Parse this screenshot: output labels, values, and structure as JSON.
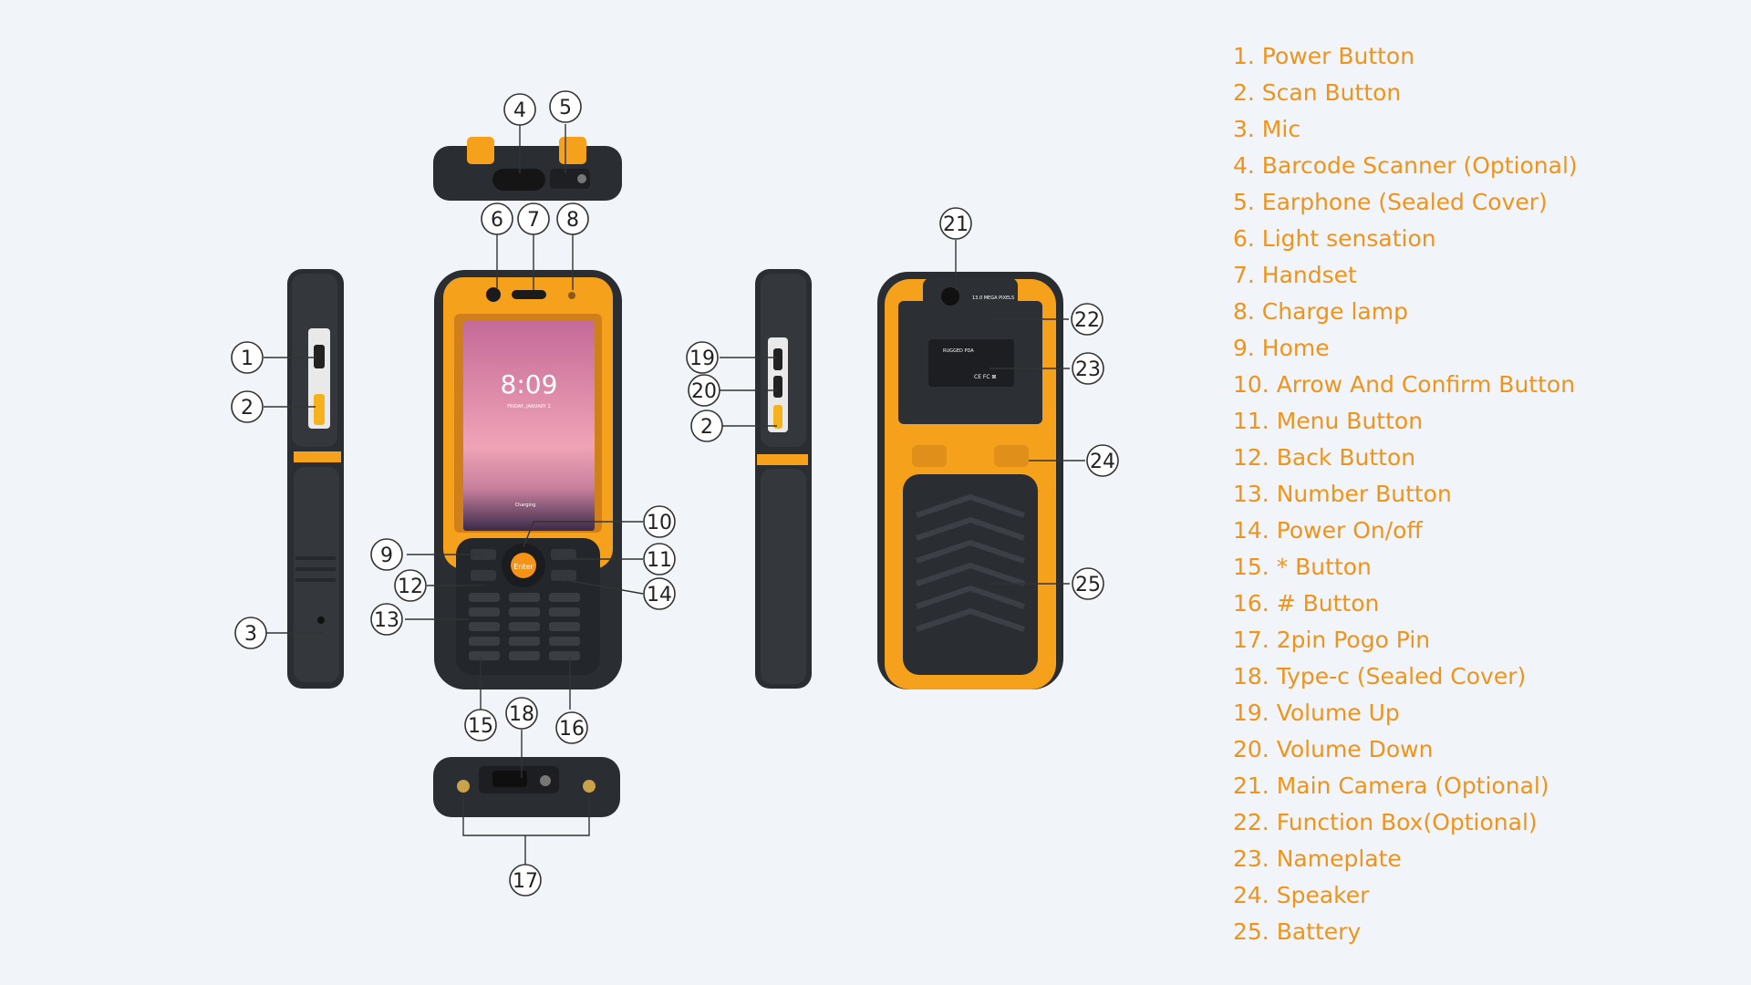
{
  "colors": {
    "accent": "#f0931b",
    "body": "#2a2d31",
    "bezel": "#f6a11c",
    "screen_top": "#c56a96",
    "screen_bottom": "#f1a5b8"
  },
  "screen": {
    "time": "8:09",
    "date": "FRIDAY, JANUARY 1",
    "status": "Charging",
    "enter_key": "Enter"
  },
  "camera_badge": "13.0 MEGA PIXELS",
  "nameplate": {
    "title": "RUGGED PDA",
    "marks": "CE FC ⊠"
  },
  "legend": [
    "1. Power Button",
    "2. Scan Button",
    "3. Mic",
    "4. Barcode Scanner (Optional)",
    "5. Earphone (Sealed Cover)",
    "6. Light sensation",
    "7. Handset",
    "8. Charge lamp",
    "9. Home",
    "10. Arrow And Confirm Button",
    "11. Menu Button",
    "12. Back Button",
    "13. Number Button",
    "14. Power On/off",
    "15. * Button",
    "16. # Button",
    "17. 2pin Pogo Pin",
    "18. Type-c (Sealed Cover)",
    "19. Volume Up",
    "20. Volume Down",
    "21. Main Camera (Optional)",
    "22. Function Box(Optional)",
    "23. Nameplate",
    "24. Speaker",
    "25. Battery"
  ],
  "callouts": [
    "1",
    "2",
    "3",
    "4",
    "5",
    "6",
    "7",
    "8",
    "9",
    "10",
    "11",
    "12",
    "13",
    "14",
    "15",
    "16",
    "17",
    "18",
    "19",
    "20",
    "2",
    "21",
    "22",
    "23",
    "24",
    "25"
  ]
}
